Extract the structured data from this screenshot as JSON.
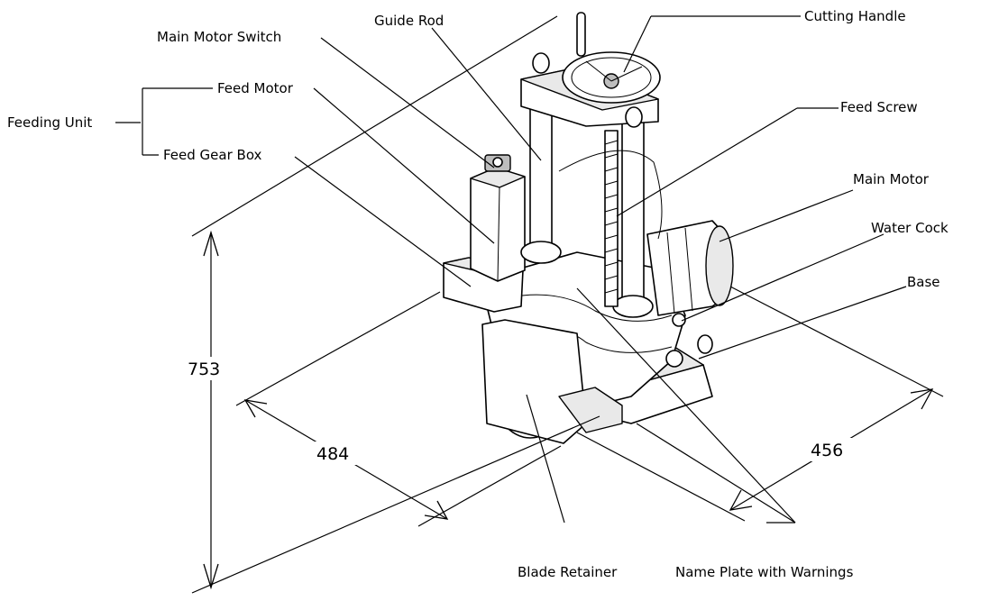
{
  "labels": {
    "cutting_handle": "Cutting Handle",
    "guide_rod": "Guide Rod",
    "main_motor_switch": "Main Motor Switch",
    "feed_motor": "Feed Motor",
    "feeding_unit": "Feeding Unit",
    "feed_gear_box": "Feed Gear Box",
    "feed_screw": "Feed Screw",
    "main_motor": "Main Motor",
    "water_cock": "Water Cock",
    "base": "Base",
    "blade_retainer": "Blade Retainer",
    "name_plate": "Name Plate with Warnings"
  },
  "dimensions": {
    "height": "753",
    "width": "484",
    "depth": "456"
  }
}
